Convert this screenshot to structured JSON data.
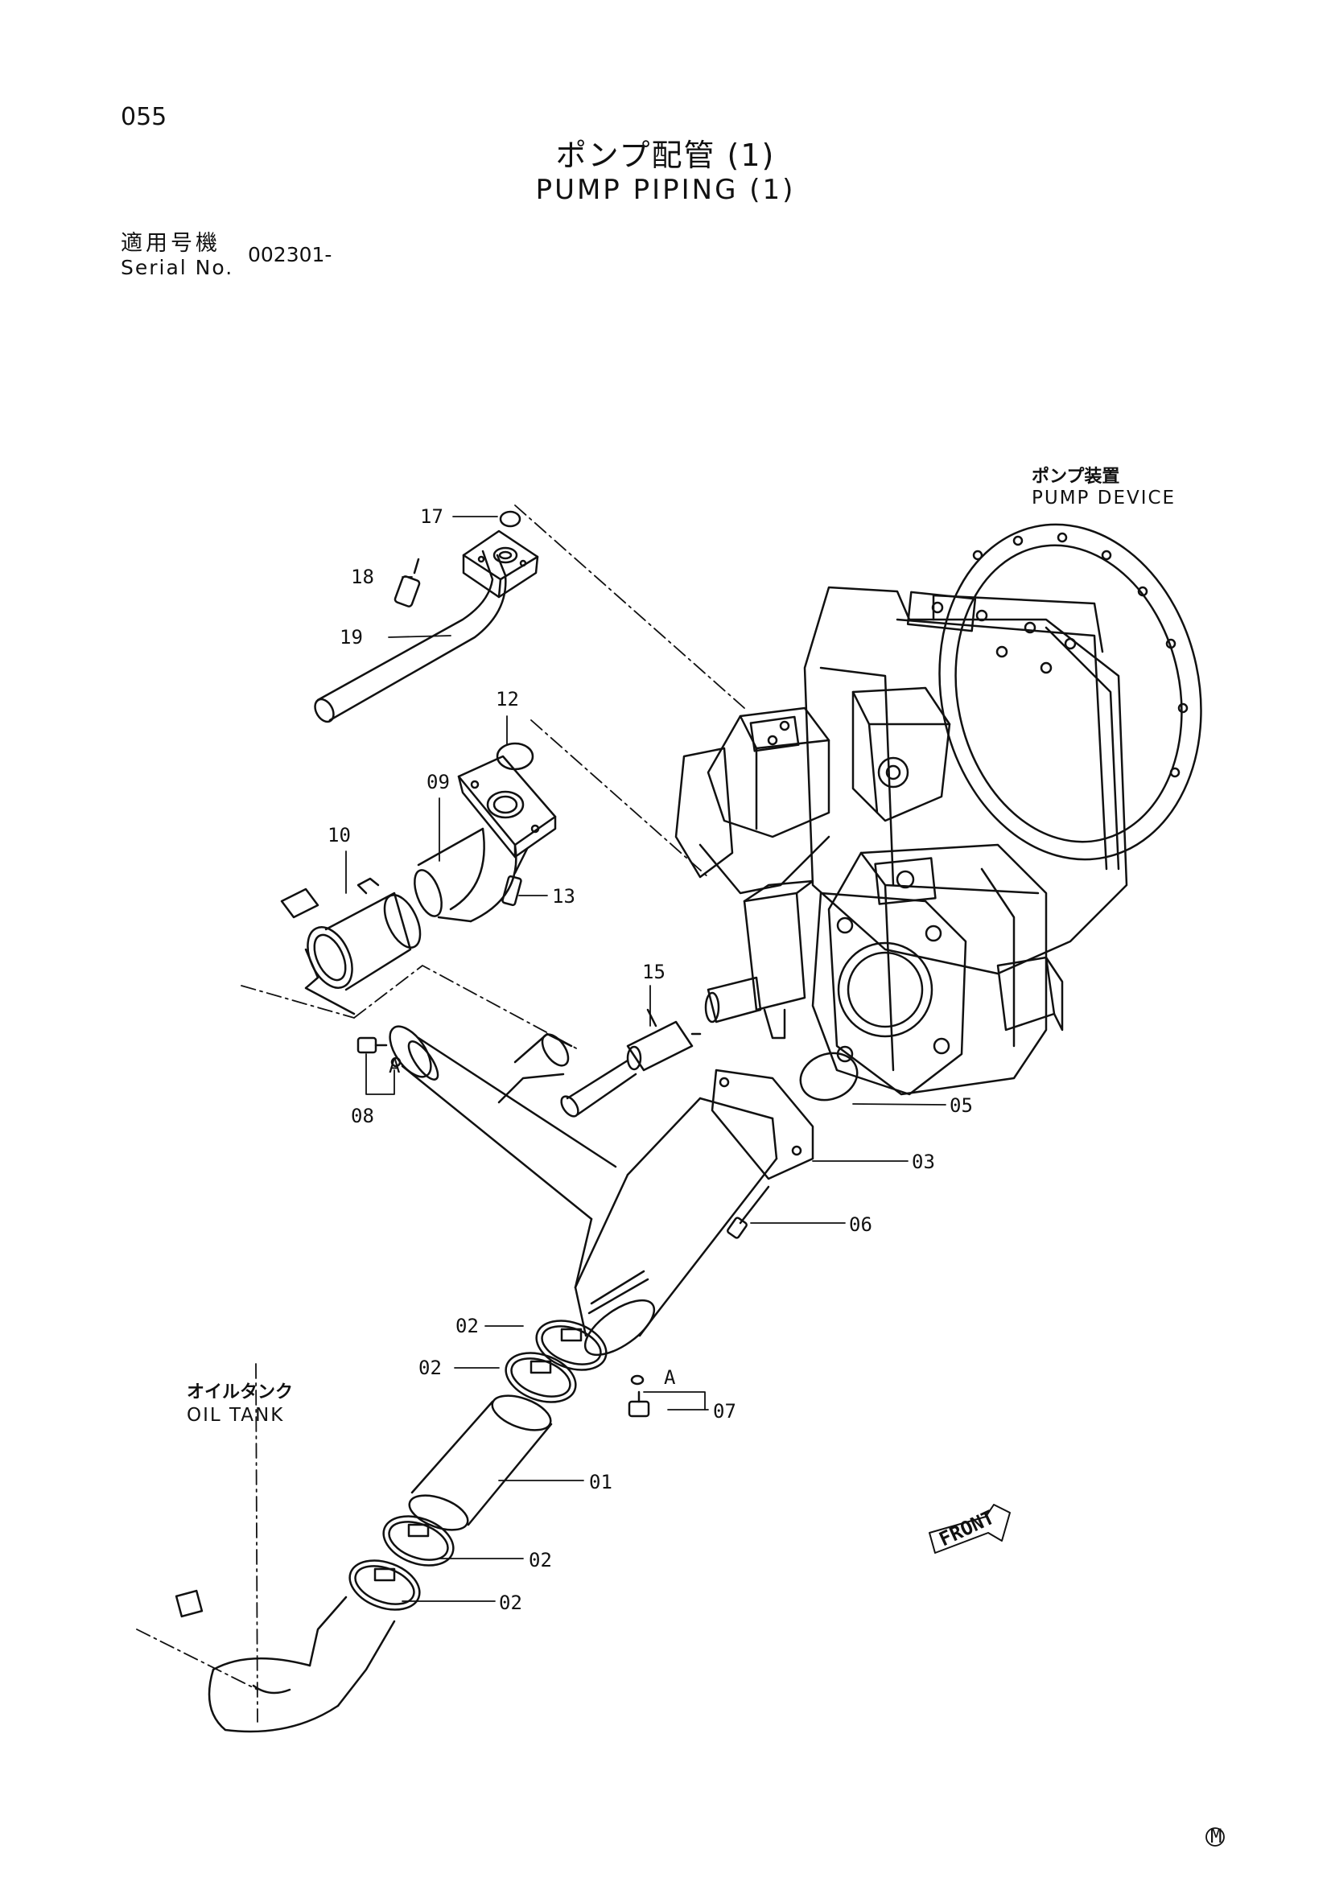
{
  "page_number": "055",
  "title_jp": "ポンプ配管 (1)",
  "title_en": "PUMP PIPING (1)",
  "serial": {
    "label_jp": "適用号機",
    "label_en": "Serial No.",
    "value": "002301-"
  },
  "labels": {
    "pump_jp": "ポンプ装置",
    "pump_en": "PUMP DEVICE",
    "tank_jp": "オイルタンク",
    "tank_en": "OIL TANK",
    "front": "FRONT",
    "view_a": "A",
    "corner_mark": "M"
  },
  "callouts": {
    "p01": "01",
    "p02a": "02",
    "p02b": "02",
    "p02c": "02",
    "p02d": "02",
    "p03": "03",
    "p05": "05",
    "p06": "06",
    "p07": "07",
    "p08": "08",
    "p09": "09",
    "p10": "10",
    "p12": "12",
    "p13": "13",
    "p15": "15",
    "p17": "17",
    "p18": "18",
    "p19": "19"
  }
}
